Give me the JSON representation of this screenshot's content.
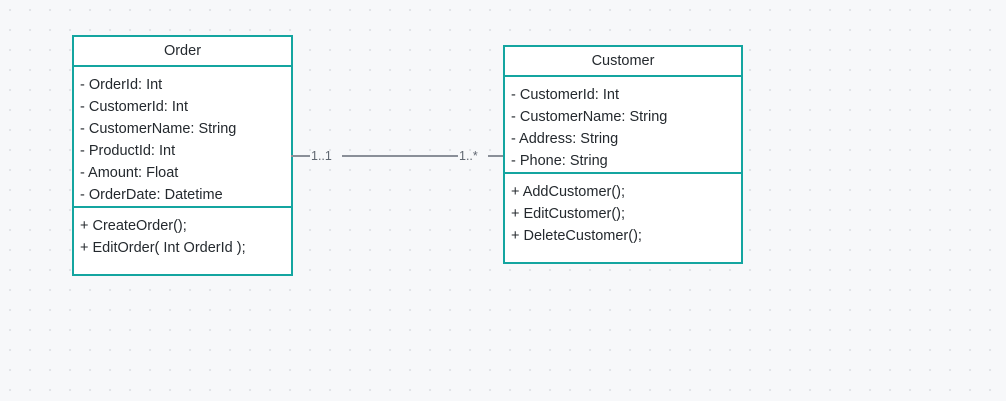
{
  "diagram": {
    "type": "uml-class-diagram",
    "background_color": "#f7f8fa",
    "accent_color": "#14a5a0",
    "text_color": "#24292e",
    "connector_color": "#8a8f98",
    "classes": [
      {
        "name": "Order",
        "attributes": [
          "- OrderId: Int",
          "- CustomerId: Int",
          "- CustomerName: String",
          "- ProductId: Int",
          "- Amount: Float",
          "- OrderDate: Datetime"
        ],
        "methods": [
          "+ CreateOrder();",
          "+ EditOrder( Int OrderId );"
        ]
      },
      {
        "name": "Customer",
        "attributes": [
          "- CustomerId: Int",
          "- CustomerName: String",
          "- Address: String",
          "- Phone: String"
        ],
        "methods": [
          "+ AddCustomer();",
          "+ EditCustomer();",
          "+ DeleteCustomer();"
        ]
      }
    ],
    "association": {
      "source_multiplicity": "1..1",
      "target_multiplicity": "1..*"
    }
  }
}
